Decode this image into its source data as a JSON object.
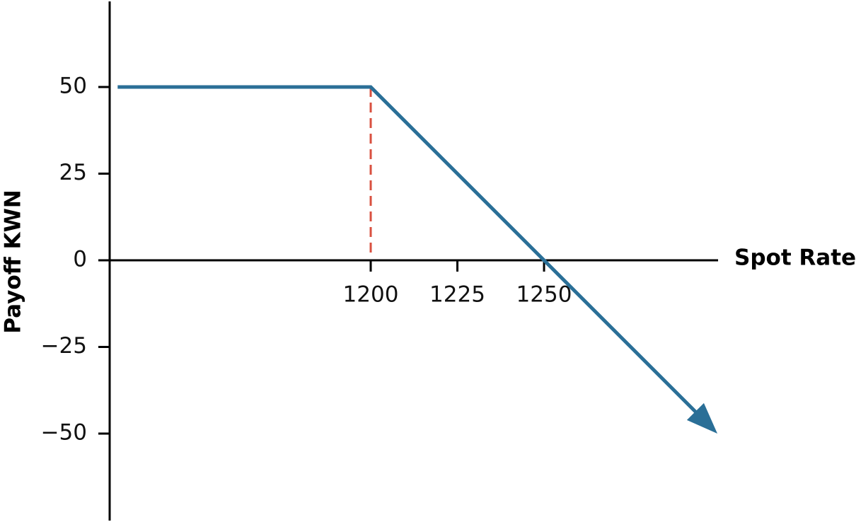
{
  "chart_data": {
    "type": "line",
    "title": "",
    "xlabel": "Spot Rate",
    "ylabel": "Payoff KWN",
    "x_ticks": [
      {
        "value": 1200,
        "label": "1200"
      },
      {
        "value": 1225,
        "label": "1225"
      },
      {
        "value": 1250,
        "label": "1250"
      }
    ],
    "y_ticks": [
      {
        "value": 50,
        "label": "50"
      },
      {
        "value": 25,
        "label": "25"
      },
      {
        "value": 0,
        "label": "0"
      },
      {
        "value": -25,
        "label": "−25"
      },
      {
        "value": -50,
        "label": "−50"
      }
    ],
    "series": [
      {
        "color": "#2a6f97",
        "arrow_end": true,
        "points": [
          {
            "x": 1127,
            "y": 50
          },
          {
            "x": 1200,
            "y": 50
          },
          {
            "x": 1250,
            "y": 0
          },
          {
            "x": 1300,
            "y": -50
          }
        ]
      }
    ],
    "reference_lines": [
      {
        "x": 1200,
        "y_from": 0,
        "y_to": 50,
        "style": "dashed",
        "color": "#d9503f"
      }
    ],
    "colors": {
      "axis": "#000000",
      "line": "#2a6f97",
      "reference": "#d9503f"
    }
  }
}
